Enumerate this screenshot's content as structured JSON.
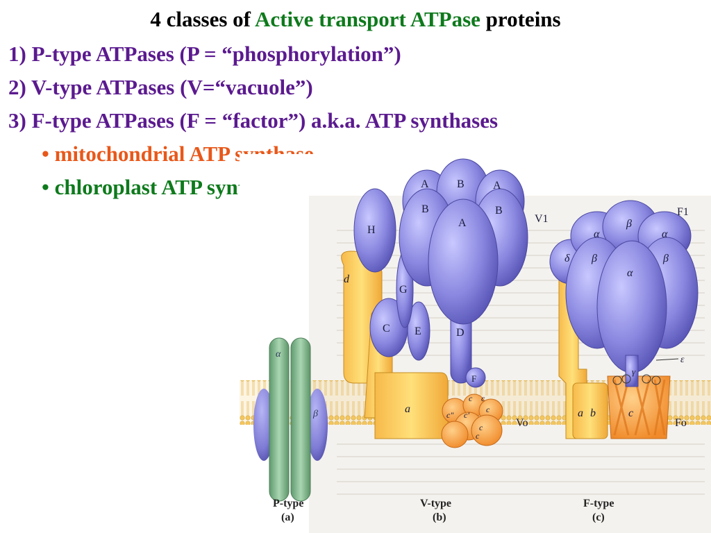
{
  "slide": {
    "title_pre": "4 classes of ",
    "title_highlight": "Active transport ATPase",
    "title_post": " proteins",
    "p_type": "1) P-type ATPases (P = “phosphorylation”)",
    "v_type": "2) V-type ATPases (V=“vacuole”)",
    "f_type_main": "3)  F-type ATPases (F = “factor”)",
    "f_type_aka": " a.k.a. ATP synthases",
    "bullet_1": "• mitochondrial ATP synthase",
    "bullet_2": "• chloroplast ATP synthase"
  },
  "colors": {
    "title_highlight": "#0e7a1c",
    "heading": "#5b1a8f",
    "bullet_1": "#e8581a",
    "bullet_2": "#0e7a1c"
  },
  "figure": {
    "p_type": {
      "alpha": "α",
      "beta": "β",
      "label": "P-type",
      "panel": "(a)"
    },
    "v_type": {
      "A": "A",
      "B": "B",
      "H": "H",
      "d": "d",
      "G": "G",
      "C": "C",
      "E": "E",
      "D": "D",
      "F": "F",
      "a": "a",
      "c": "c",
      "c_double_prime": "c″",
      "c_prime": "c′",
      "V1": "V1",
      "Vo": "Vo",
      "label": "V-type",
      "panel": "(b)"
    },
    "f_type": {
      "alpha": "α",
      "beta": "β",
      "delta": "δ",
      "gamma": "γ",
      "epsilon": "ε",
      "a": "a",
      "b": "b",
      "c": "c",
      "F1": "F1",
      "Fo": "Fo",
      "label": "F-type",
      "panel": "(c)"
    }
  }
}
